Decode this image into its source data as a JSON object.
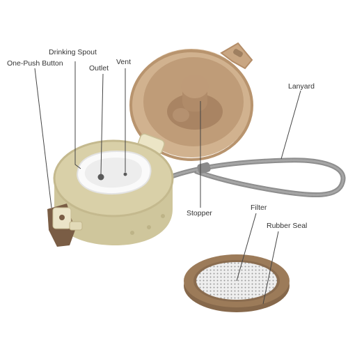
{
  "labels": {
    "drinking_spout": "Drinking Spout",
    "one_push_button": "One-Push Button",
    "outlet": "Outlet",
    "vent": "Vent",
    "lanyard": "Lanyard",
    "stopper": "Stopper",
    "filter": "Filter",
    "rubber_seal": "Rubber Seal"
  },
  "colors": {
    "lid_cream": "#d9d0a8",
    "lid_cream_dark": "#bfb487",
    "cap_tan": "#d1b28f",
    "cap_tan_dark": "#b8946e",
    "stopper_brown": "#a98463",
    "button_brown": "#7a5d45",
    "lanyard_gray": "#8e8e8e",
    "filter_brown": "#9c7b59",
    "filter_mesh": "#e9e9e9",
    "leader_line": "#444444"
  }
}
